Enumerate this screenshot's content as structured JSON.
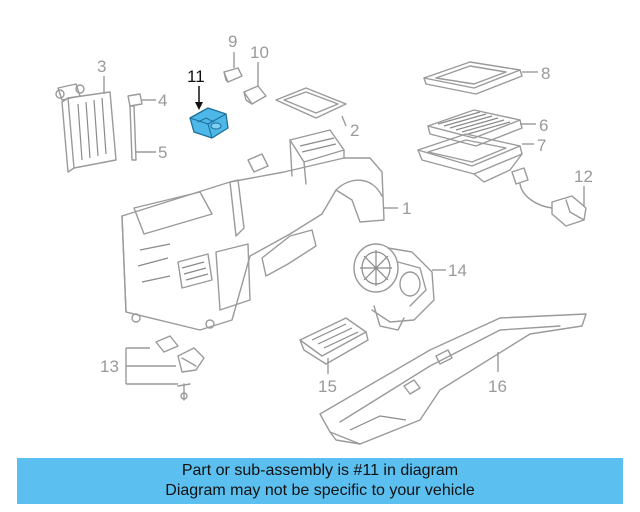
{
  "parts": [
    {
      "id": "1",
      "label": "1"
    },
    {
      "id": "2",
      "label": "2"
    },
    {
      "id": "3",
      "label": "3"
    },
    {
      "id": "4",
      "label": "4"
    },
    {
      "id": "5",
      "label": "5"
    },
    {
      "id": "6",
      "label": "6"
    },
    {
      "id": "7",
      "label": "7"
    },
    {
      "id": "8",
      "label": "8"
    },
    {
      "id": "9",
      "label": "9"
    },
    {
      "id": "10",
      "label": "10"
    },
    {
      "id": "11",
      "label": "11"
    },
    {
      "id": "12",
      "label": "12"
    },
    {
      "id": "13",
      "label": "13"
    },
    {
      "id": "14",
      "label": "14"
    },
    {
      "id": "15",
      "label": "15"
    },
    {
      "id": "16",
      "label": "16"
    }
  ],
  "highlight_part": "11",
  "highlight_color": "#4db8e8",
  "banner": {
    "line1": "Part or sub-assembly is #11 in diagram",
    "line2": "Diagram may not be specific to your vehicle",
    "background": "#5bc0f0"
  }
}
